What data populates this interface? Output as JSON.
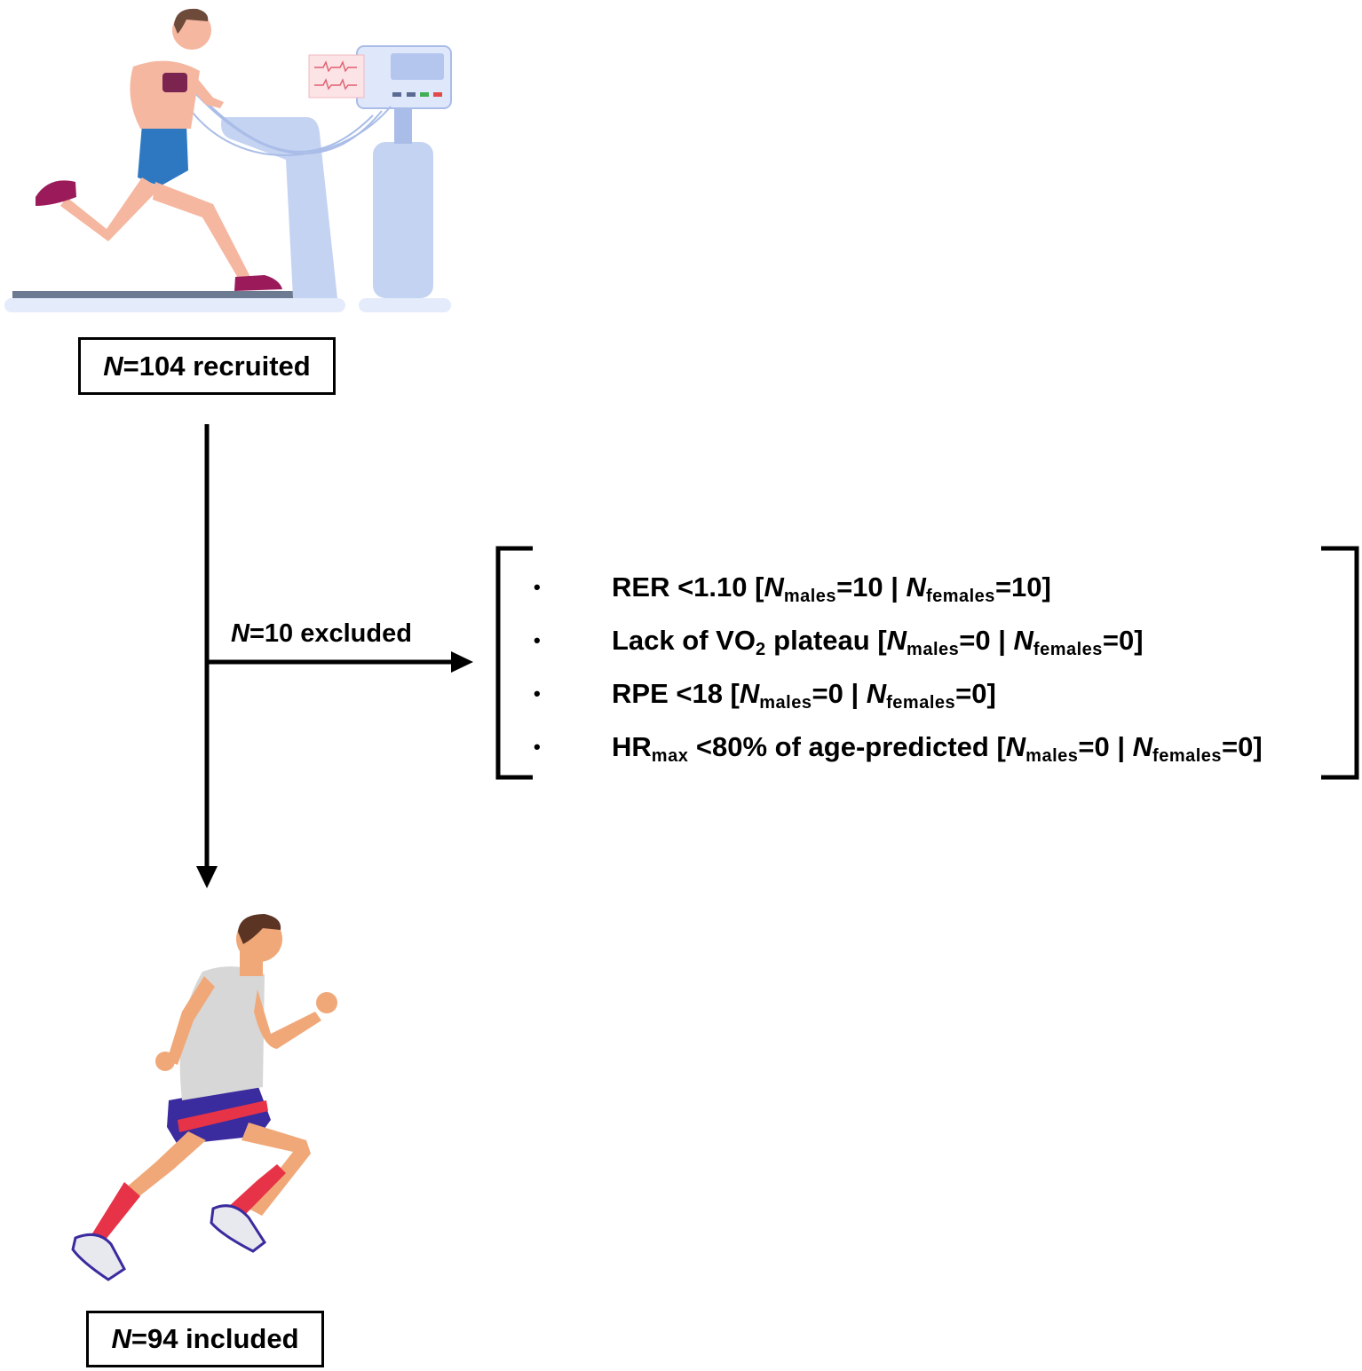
{
  "top_box": {
    "n_symbol": "N",
    "text": "=104 recruited"
  },
  "bottom_box": {
    "n_symbol": "N",
    "text": "=94 included"
  },
  "excluded_label": {
    "n_symbol": "N",
    "text": "=10 excluded"
  },
  "criteria": [
    {
      "bullet": "•",
      "parts": [
        {
          "t": "RER <1.10 ["
        },
        {
          "t": "N",
          "i": true
        },
        {
          "t": "males",
          "sub": true
        },
        {
          "t": "=10 | "
        },
        {
          "t": "N",
          "i": true
        },
        {
          "t": "females",
          "sub": true
        },
        {
          "t": "=10]"
        }
      ]
    },
    {
      "bullet": "•",
      "parts": [
        {
          "t": "Lack of VO"
        },
        {
          "t": "2",
          "sub": true
        },
        {
          "t": " plateau ["
        },
        {
          "t": "N",
          "i": true
        },
        {
          "t": "males",
          "sub": true
        },
        {
          "t": "=0 | "
        },
        {
          "t": "N",
          "i": true
        },
        {
          "t": "females",
          "sub": true
        },
        {
          "t": "=0]"
        }
      ]
    },
    {
      "bullet": "•",
      "parts": [
        {
          "t": "RPE <18 ["
        },
        {
          "t": "N",
          "i": true
        },
        {
          "t": "males",
          "sub": true
        },
        {
          "t": "=0 | "
        },
        {
          "t": "N",
          "i": true
        },
        {
          "t": "females",
          "sub": true
        },
        {
          "t": "=0]"
        }
      ]
    },
    {
      "bullet": "•",
      "parts": [
        {
          "t": "HR"
        },
        {
          "t": "max",
          "sub": true
        },
        {
          "t": " <80% of age-predicted ["
        },
        {
          "t": "N",
          "i": true
        },
        {
          "t": "males",
          "sub": true
        },
        {
          "t": "=0 | "
        },
        {
          "t": "N",
          "i": true
        },
        {
          "t": "females",
          "sub": true
        },
        {
          "t": "=0]"
        }
      ]
    }
  ],
  "colors": {
    "skin": "#f5b7a0",
    "shorts_blue": "#2e78c2",
    "shoe_maroon": "#9b1b5a",
    "equipment": "#c5d3f2",
    "runner_shirt": "#d7d7d7",
    "runner_shorts": "#3a2b9e",
    "runner_socks": "#e73347"
  }
}
